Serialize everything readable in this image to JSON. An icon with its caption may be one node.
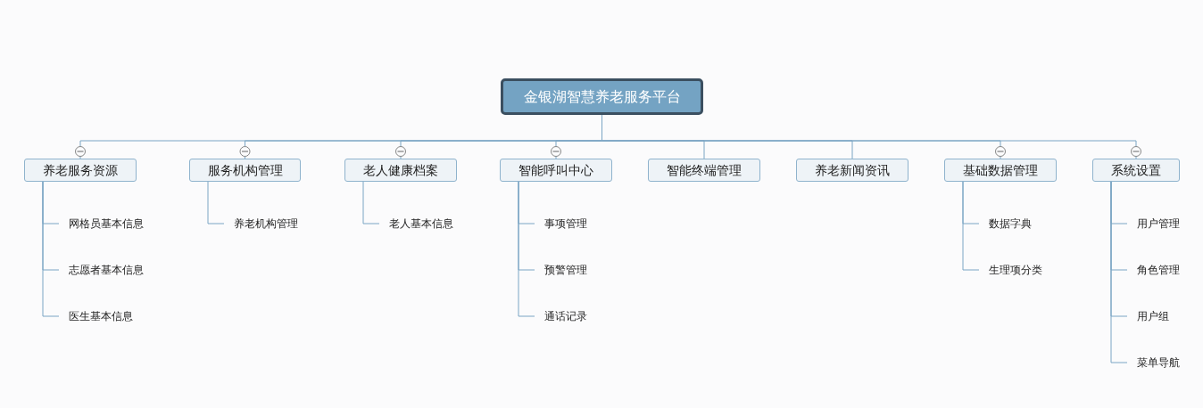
{
  "diagram": {
    "nodes": [
      {
        "text": [
          "金银湖智慧养老服务平台"
        ]
      },
      {
        "text": [
          "养老服务资源"
        ]
      },
      {
        "text": [
          "服务机构管理"
        ]
      },
      {
        "text": [
          "老人健康档案"
        ]
      },
      {
        "text": [
          "智能呼叫中心"
        ]
      },
      {
        "text": [
          "智能终端管理"
        ]
      },
      {
        "text": [
          "养老新闻资讯"
        ]
      },
      {
        "text": [
          "基础数据管理"
        ]
      },
      {
        "text": [
          "系统设置"
        ]
      },
      {
        "text": [
          "网格员基本信息"
        ]
      },
      {
        "text": [
          "志愿者基本信息"
        ]
      },
      {
        "text": [
          "医生基本信息"
        ]
      },
      {
        "text": [
          "养老机构管理"
        ]
      },
      {
        "text": [
          "老人基本信息"
        ]
      },
      {
        "text": [
          "事项管理"
        ]
      },
      {
        "text": [
          "预警管理"
        ]
      },
      {
        "text": [
          "通话记录"
        ]
      },
      {
        "text": [
          "数据字典"
        ]
      },
      {
        "text": [
          "生理项分类"
        ]
      },
      {
        "text": [
          "用户管理"
        ]
      },
      {
        "text": [
          "角色管理"
        ]
      },
      {
        "text": [
          "用户组"
        ]
      },
      {
        "text": [
          "菜单导航"
        ]
      }
    ],
    "edges": [
      {
        "from": 0,
        "to": 1,
        "arrow": "none"
      },
      {
        "from": 0,
        "to": 2,
        "arrow": "none"
      },
      {
        "from": 0,
        "to": 3,
        "arrow": "none"
      },
      {
        "from": 0,
        "to": 4,
        "arrow": "none"
      },
      {
        "from": 0,
        "to": 5,
        "arrow": "none"
      },
      {
        "from": 0,
        "to": 6,
        "arrow": "none"
      },
      {
        "from": 0,
        "to": 7,
        "arrow": "none"
      },
      {
        "from": 0,
        "to": 8,
        "arrow": "none"
      },
      {
        "from": 1,
        "to": 9,
        "arrow": "none"
      },
      {
        "from": 1,
        "to": 10,
        "arrow": "none"
      },
      {
        "from": 1,
        "to": 11,
        "arrow": "none"
      },
      {
        "from": 2,
        "to": 12,
        "arrow": "none"
      },
      {
        "from": 3,
        "to": 13,
        "arrow": "none"
      },
      {
        "from": 4,
        "to": 14,
        "arrow": "none"
      },
      {
        "from": 4,
        "to": 15,
        "arrow": "none"
      },
      {
        "from": 4,
        "to": 16,
        "arrow": "none"
      },
      {
        "from": 7,
        "to": 17,
        "arrow": "none"
      },
      {
        "from": 7,
        "to": 18,
        "arrow": "none"
      },
      {
        "from": 8,
        "to": 19,
        "arrow": "none"
      },
      {
        "from": 8,
        "to": 20,
        "arrow": "none"
      },
      {
        "from": 8,
        "to": 21,
        "arrow": "none"
      },
      {
        "from": 8,
        "to": 22,
        "arrow": "none"
      }
    ]
  }
}
